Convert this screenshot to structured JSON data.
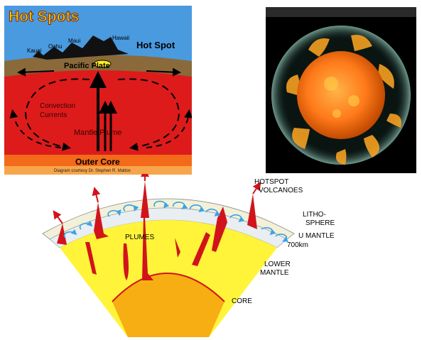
{
  "hotspots_diagram": {
    "title": "Hot Spots",
    "islands": [
      "Kauai",
      "Oahu",
      "Maui",
      "Hawaii"
    ],
    "hot_spot_label": "Hot Spot",
    "plate_label": "Pacific Plate",
    "convection_label_line1": "Convection",
    "convection_label_line2": "Currents",
    "plume_label": "Mantle Plume",
    "core_label": "Outer Core",
    "credit": "Diagram courtesy Dr. Stephen R. Mattox"
  },
  "cross_section": {
    "labels": {
      "hotspot_line1": "HOTSPOT",
      "hotspot_line2": "VOLCANOES",
      "litho_line1": "LITHO-",
      "litho_line2": "SPHERE",
      "upper_mantle": "U MANTLE",
      "depth": "700km",
      "plumes": "PLUMES",
      "lower_line1": "LOWER",
      "lower_line2": "MANTLE",
      "core": "CORE"
    }
  },
  "colors": {
    "mantle_red": "#dd1b1b",
    "plate_brown": "#8a6a3a",
    "sky_blue": "#4a9ae0",
    "outer_core_orange": "#f26a1a",
    "lower_mantle_yellow": "#fff43a",
    "core_orange": "#f7ae12",
    "plume_red": "#d1141b",
    "arrow_blue": "#3aa3e6"
  }
}
